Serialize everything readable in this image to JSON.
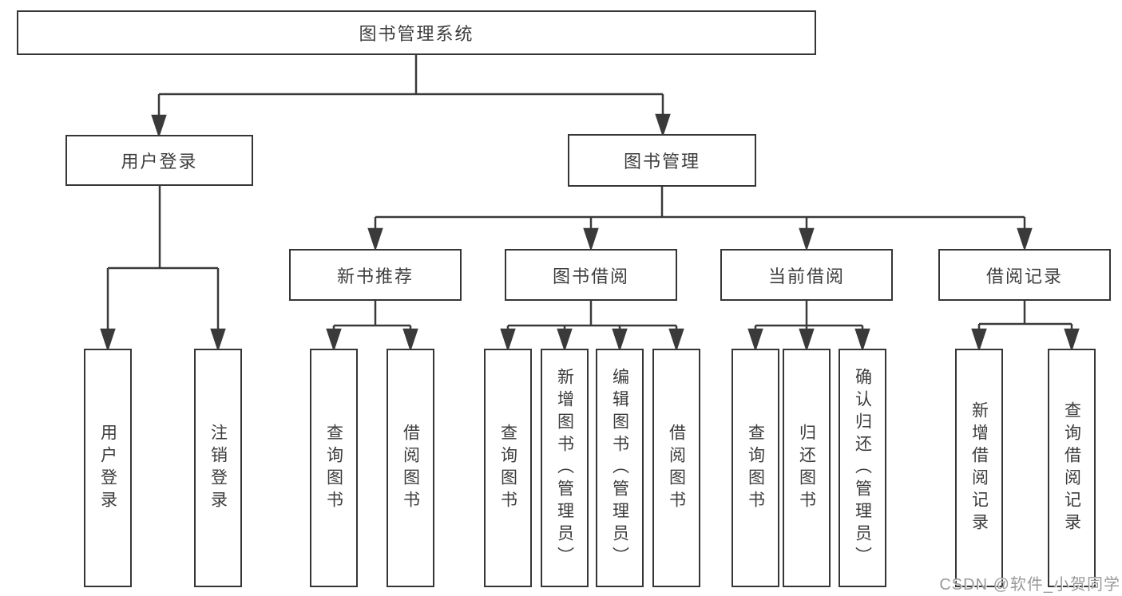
{
  "tree": {
    "label": "图书管理系统",
    "children": [
      {
        "label": "用户登录",
        "children": [
          {
            "label": "用户登录"
          },
          {
            "label": "注销登录"
          }
        ]
      },
      {
        "label": "图书管理",
        "children": [
          {
            "label": "新书推荐",
            "children": [
              {
                "label": "查询图书"
              },
              {
                "label": "借阅图书"
              }
            ]
          },
          {
            "label": "图书借阅",
            "children": [
              {
                "label": "查询图书"
              },
              {
                "label": "新增图书（管理员）"
              },
              {
                "label": "编辑图书（管理员）"
              },
              {
                "label": "借阅图书"
              }
            ]
          },
          {
            "label": "当前借阅",
            "children": [
              {
                "label": "查询图书"
              },
              {
                "label": "归还图书"
              },
              {
                "label": "确认归还（管理员）"
              }
            ]
          },
          {
            "label": "借阅记录",
            "children": [
              {
                "label": "新增借阅记录"
              },
              {
                "label": "查询借阅记录"
              }
            ]
          }
        ]
      }
    ]
  },
  "watermark": {
    "text": "CSDN @软件_小贺同学"
  },
  "colors": {
    "background": "#ffffff",
    "line": "#3a3a3a",
    "box_border": "#363636",
    "text": "#3c3c3c",
    "watermark": "#9a9a9a"
  }
}
